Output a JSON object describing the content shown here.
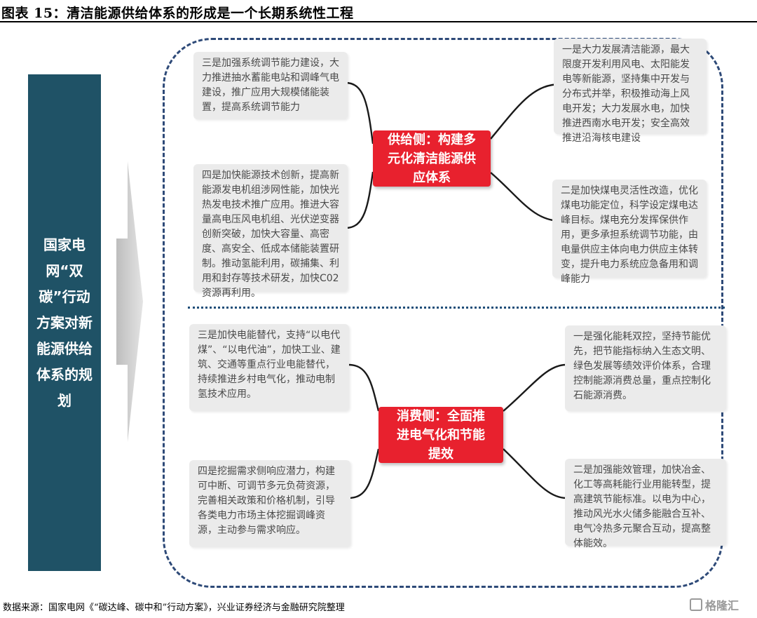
{
  "figure": {
    "title": "图表 15：清洁能源供给体系的形成是一个长期系统性工程",
    "source": "数据来源：国家电网《“碳达峰、碳中和”行动方案》，兴业证券经济与金融研究院整理"
  },
  "left_panel": {
    "text": "国家电网“双碳”行动方案对新能源供给体系的规划"
  },
  "supply": {
    "hub": "供给侧：构建多元化清洁能源供应体系",
    "items": [
      "一是大力发展清洁能源，最大限度开发利用风电、太阳能发电等新能源，坚持集中开发与分布式并举，积极推动海上风电开发；大力发展水电，加快推进西南水电开发；安全高效推进沿海核电建设",
      "二是加快煤电灵活性改造，优化煤电功能定位，科学设定煤电达峰目标。煤电充分发挥保供作用，更多承担系统调节功能，由电量供应主体向电力供应主体转变，提升电力系统应急备用和调峰能力",
      "三是加强系统调节能力建设，大力推进抽水蓄能电站和调峰气电建设，推广应用大规模储能装置，提高系统调节能力",
      "四是加快能源技术创新，提高新能源发电机组涉网性能，加快光热发电技术推广应用。推进大容量高电压风电机组、光伏逆变器创新突破，加快大容量、高密度、高安全、低成本储能装置研制。推动氢能利用，碳捕集、利用和封存等技术研发，加快C02资源再利用。"
    ]
  },
  "demand": {
    "hub": "消费侧：全面推进电气化和节能提效",
    "items": [
      "一是强化能耗双控，坚持节能优先，把节能指标纳入生态文明、绿色发展等绩效评价体系，合理控制能源消费总量，重点控制化石能源消费。",
      "二是加强能效管理，加快冶金、化工等高耗能行业用能转型，提高建筑节能标准。以电为中心，推动风光水火储多能融合互补、电气冷热多元聚合互动，提高整体能效。",
      "三是加快电能替代，支持“以电代煤”、“以电代油”，加快工业、建筑、交通等重点行业电能替代，持续推进乡村电气化，推动电制氢技术应用。",
      "四是挖掘需求侧响应潜力，构建可中断、可调节多元负荷资源，完善相关政策和价格机制，引导各类电力市场主体挖掘调峰资源，主动参与需求响应。"
    ]
  },
  "watermark": {
    "text": "格隆汇"
  },
  "colors": {
    "hub": "#e8212e",
    "panel": "#1f5266",
    "frame": "#2e4a78",
    "box": "#ebebeb"
  }
}
